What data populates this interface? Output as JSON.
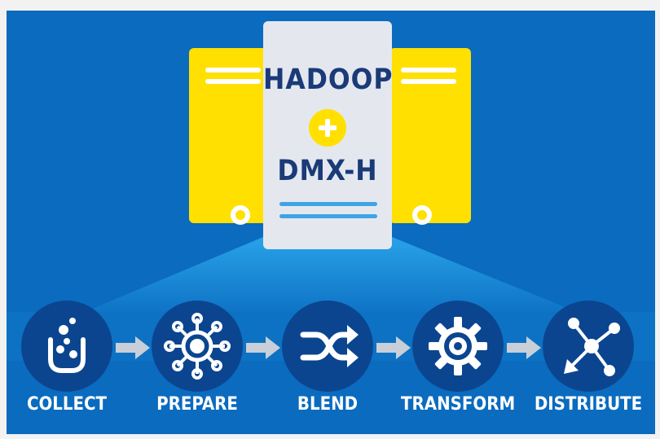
{
  "colors": {
    "background": "#0a6bbf",
    "server_yellow": "#ffe000",
    "center_panel": "#e4e8ee",
    "title_text": "#1a3a78",
    "step_circle": "#0b4590",
    "arrow": "#c8cfd8"
  },
  "center": {
    "title_top": "HADOOP",
    "title_bottom": "DMX-H"
  },
  "steps": [
    {
      "label": "COLLECT",
      "icon": "collect-icon"
    },
    {
      "label": "PREPARE",
      "icon": "prepare-icon"
    },
    {
      "label": "BLEND",
      "icon": "blend-icon"
    },
    {
      "label": "TRANSFORM",
      "icon": "transform-icon"
    },
    {
      "label": "DISTRIBUTE",
      "icon": "distribute-icon"
    }
  ]
}
